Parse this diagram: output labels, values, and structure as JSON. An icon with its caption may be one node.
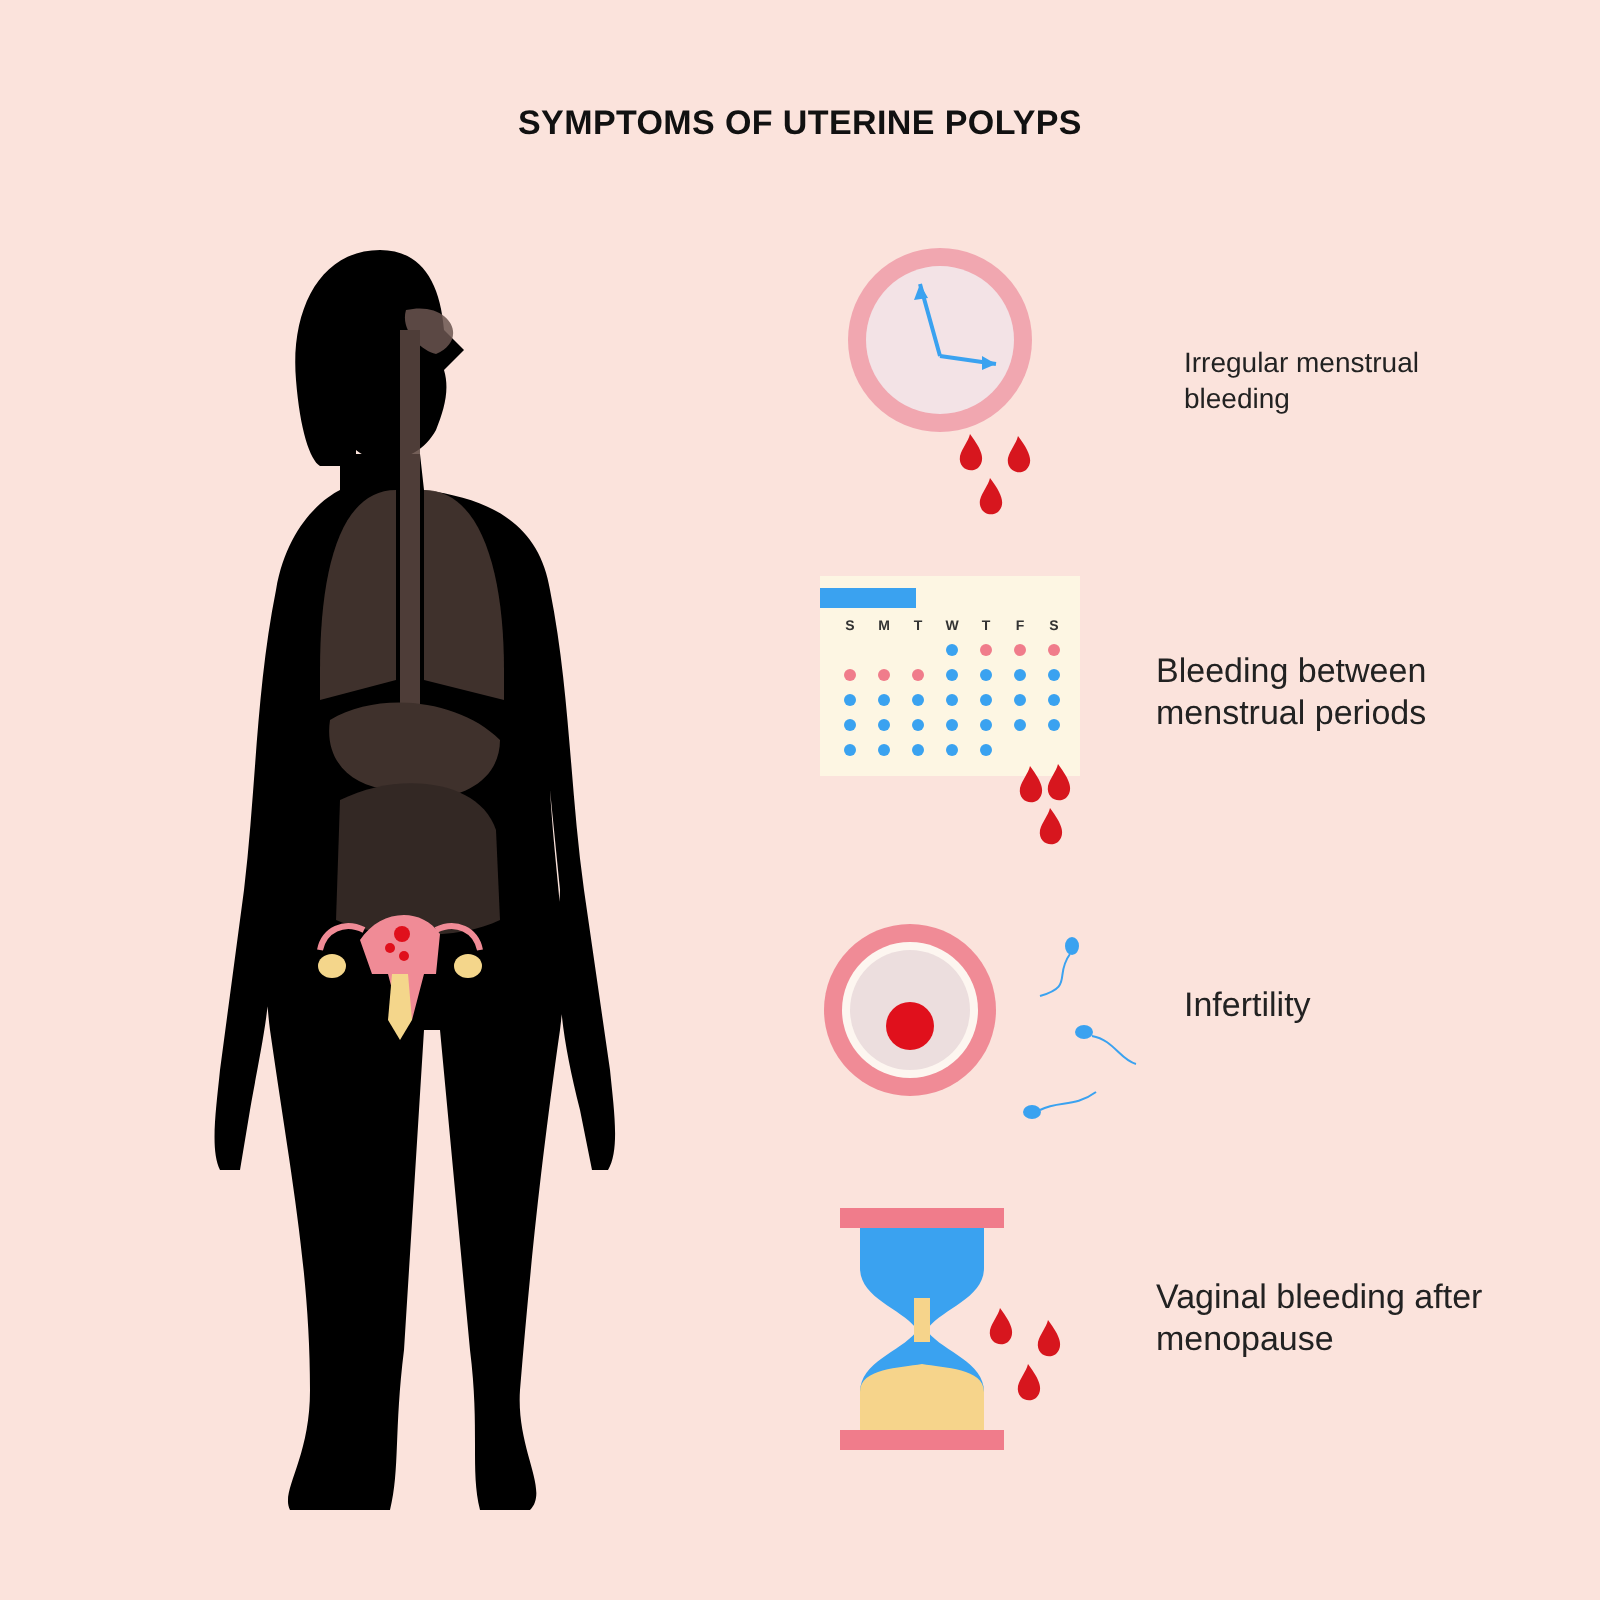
{
  "diagram": {
    "title": "SYMPTOMS OF UTERINE POLYPS",
    "labels": [
      "Irregular menstrual bleeding",
      "S",
      "M",
      "T",
      "W",
      "T",
      "F",
      "S",
      "Bleeding between menstrual periods",
      "Infertility",
      "Vaginal bleeding after menopause"
    ]
  }
}
